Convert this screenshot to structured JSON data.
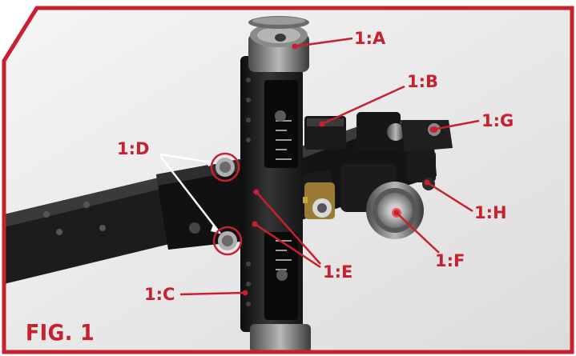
{
  "figure": {
    "caption": "FIG. 1",
    "accent_color": "#c8202f",
    "icon": "compound-bow-sight-photo",
    "callouts": [
      {
        "id": "a",
        "label": "1:A"
      },
      {
        "id": "b",
        "label": "1:B"
      },
      {
        "id": "c",
        "label": "1:C"
      },
      {
        "id": "d",
        "label": "1:D"
      },
      {
        "id": "e",
        "label": "1:E"
      },
      {
        "id": "f",
        "label": "1:F"
      },
      {
        "id": "g",
        "label": "1:G"
      },
      {
        "id": "h",
        "label": "1:H"
      }
    ]
  }
}
